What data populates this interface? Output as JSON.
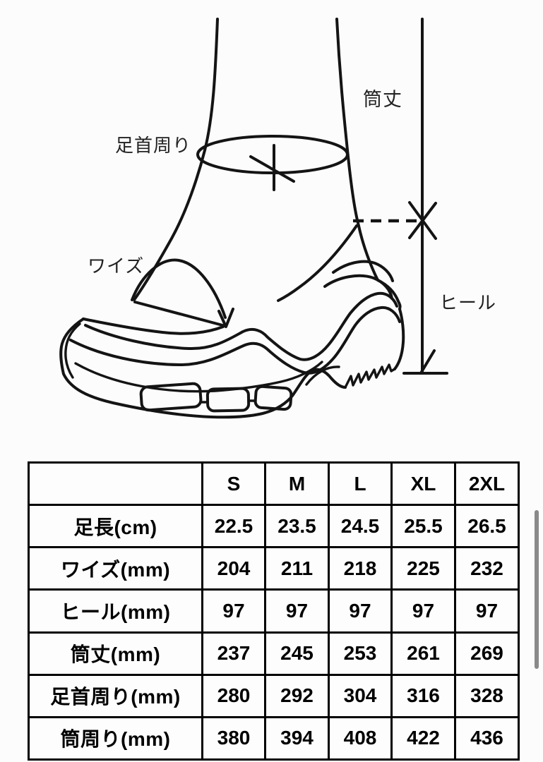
{
  "illustration": {
    "labels": {
      "ankle_girth": "足首周り",
      "shaft_height": "筒丈",
      "width": "ワイズ",
      "heel": "ヒール"
    }
  },
  "size_table": {
    "columns": [
      "",
      "S",
      "M",
      "L",
      "XL",
      "2XL"
    ],
    "rows": [
      {
        "label": "足長(cm)",
        "values": [
          "22.5",
          "23.5",
          "24.5",
          "25.5",
          "26.5"
        ]
      },
      {
        "label": "ワイズ(mm)",
        "values": [
          "204",
          "211",
          "218",
          "225",
          "232"
        ]
      },
      {
        "label": "ヒール(mm)",
        "values": [
          "97",
          "97",
          "97",
          "97",
          "97"
        ]
      },
      {
        "label": "筒丈(mm)",
        "values": [
          "237",
          "245",
          "253",
          "261",
          "269"
        ]
      },
      {
        "label": "足首周り(mm)",
        "values": [
          "280",
          "292",
          "304",
          "316",
          "328"
        ]
      },
      {
        "label": "筒周り(mm)",
        "values": [
          "380",
          "394",
          "408",
          "422",
          "436"
        ]
      }
    ]
  },
  "colors": {
    "line": "#141414",
    "table_border": "#000000",
    "scrollbar": "#8a8a8a",
    "background": "#fcfcfc"
  }
}
